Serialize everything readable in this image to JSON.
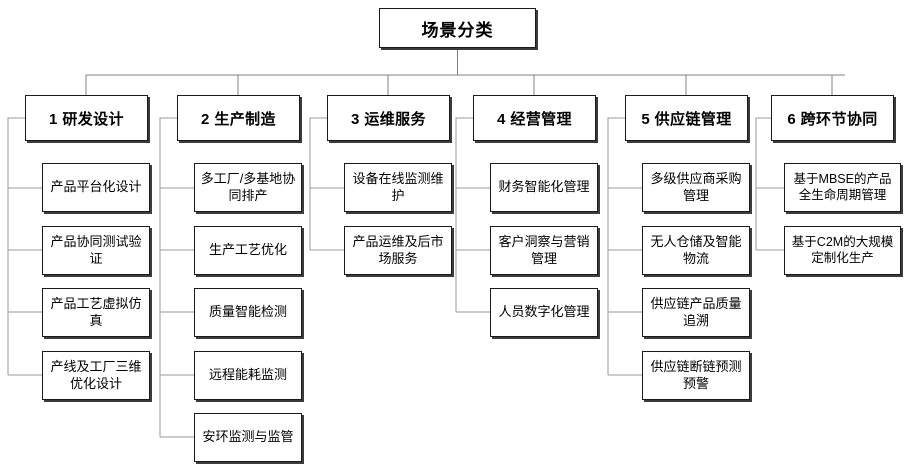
{
  "diagram": {
    "title": "场景分类",
    "root": {
      "label": "场景分类"
    },
    "categories": [
      {
        "label": "1 研发设计",
        "children": [
          {
            "label": "产品平台化设计"
          },
          {
            "label": "产品协同测试验证"
          },
          {
            "label": "产品工艺虚拟仿真"
          },
          {
            "label": "产线及工厂三维优化设计"
          }
        ]
      },
      {
        "label": "2 生产制造",
        "children": [
          {
            "label": "多工厂/多基地协同排产"
          },
          {
            "label": "生产工艺优化"
          },
          {
            "label": "质量智能检测"
          },
          {
            "label": "远程能耗监测"
          },
          {
            "label": "安环监测与监管"
          }
        ]
      },
      {
        "label": "3 运维服务",
        "children": [
          {
            "label": "设备在线监测维护"
          },
          {
            "label": "产品运维及后市场服务"
          }
        ]
      },
      {
        "label": "4 经营管理",
        "children": [
          {
            "label": "财务智能化管理"
          },
          {
            "label": "客户洞察与营销管理"
          },
          {
            "label": "人员数字化管理"
          }
        ]
      },
      {
        "label": "5 供应链管理",
        "children": [
          {
            "label": "多级供应商采购管理"
          },
          {
            "label": "无人仓储及智能物流"
          },
          {
            "label": "供应链产品质量追溯"
          },
          {
            "label": "供应链断链预测预警"
          }
        ]
      },
      {
        "label": "6 跨环节协同",
        "children": [
          {
            "label": "基于MBSE的产品全生命周期管理"
          },
          {
            "label": "基于C2M的大规模定制化生产"
          }
        ]
      }
    ]
  },
  "colors": {
    "box_border": "#1a1a1a",
    "box_fill": "#ffffff",
    "box_shadow": "#3c3c3c",
    "connector_root": "#808080",
    "connector_child": "#9a9a9a",
    "text": "#000000",
    "background": "#ffffff"
  }
}
